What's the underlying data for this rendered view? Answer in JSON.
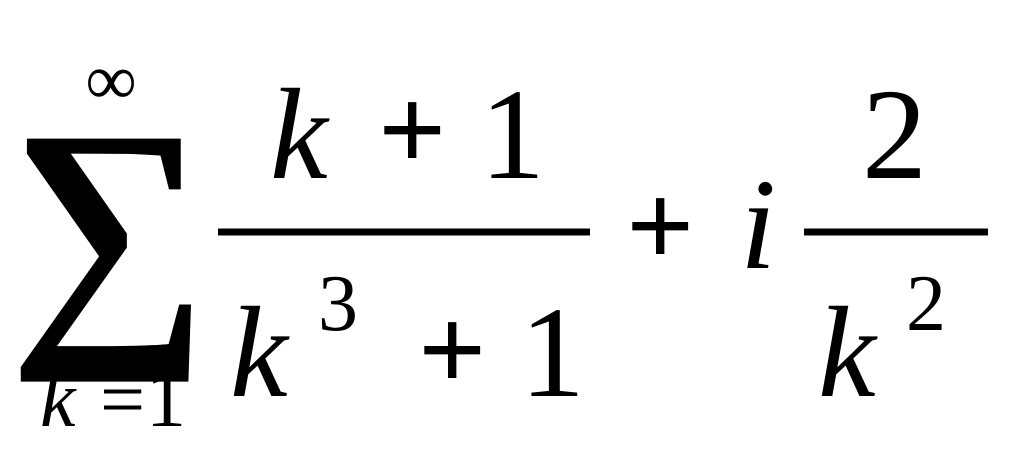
{
  "formula": {
    "sum": {
      "symbol": "∑",
      "upper_limit": "∞",
      "index_variable": "k",
      "equals": "=",
      "lower_limit": "1"
    },
    "first_fraction": {
      "numerator": {
        "variable": "k",
        "operator": "+",
        "constant": "1"
      },
      "denominator": {
        "variable": "k",
        "exponent": "3",
        "operator": "+",
        "constant": "1"
      }
    },
    "plus_operator": "+",
    "imaginary_unit": "i",
    "second_fraction": {
      "numerator": "2",
      "denominator": {
        "variable": "k",
        "exponent": "2"
      }
    }
  }
}
